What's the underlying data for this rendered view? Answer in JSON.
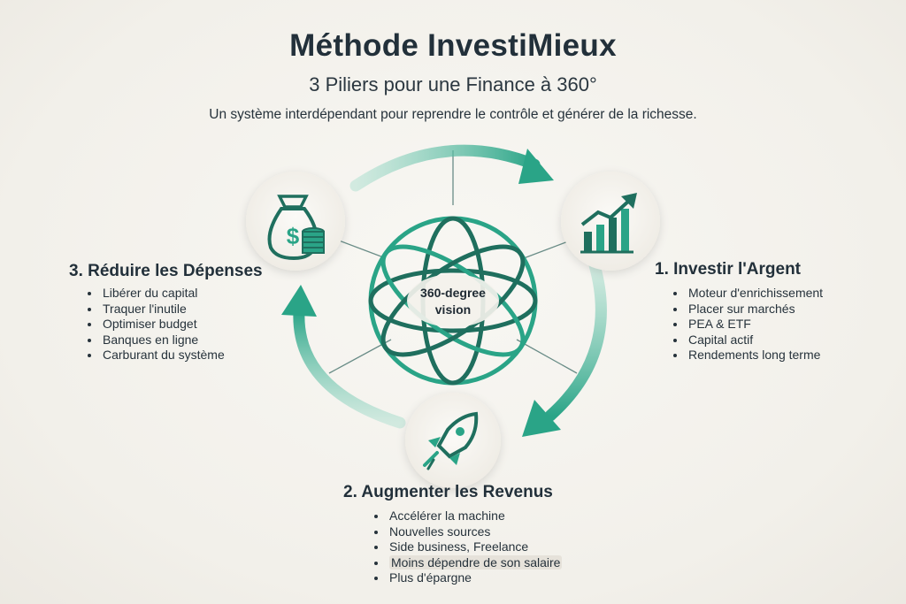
{
  "title": "Méthode InvestiMieux",
  "subtitle": "3 Piliers pour une Finance à 360°",
  "tagline": "Un système interdépendant pour reprendre le contrôle et générer de la richesse.",
  "center": {
    "line1": "360-degree",
    "line2": "vision"
  },
  "colors": {
    "accent": "#2aa487",
    "accent_dark": "#1f6f5e",
    "text": "#22303a"
  },
  "pillars": [
    {
      "title": "1. Investir l'Argent",
      "icon": "growth-chart-icon",
      "items": [
        "Moteur d'enrichissement",
        "Placer sur marchés",
        "PEA & ETF",
        "Capital actif",
        "Rendements long terme"
      ]
    },
    {
      "title": "2. Augmenter les Revenus",
      "icon": "rocket-icon",
      "items": [
        "Accélérer la machine",
        "Nouvelles sources",
        "Side business, Freelance",
        "Moins dépendre de son salaire",
        "Plus d'épargne"
      ]
    },
    {
      "title": "3. Réduire les Dépenses",
      "icon": "money-bag-icon",
      "items": [
        "Libérer du capital",
        "Traquer l'inutile",
        "Optimiser budget",
        "Banques en ligne",
        "Carburant du système"
      ]
    }
  ]
}
